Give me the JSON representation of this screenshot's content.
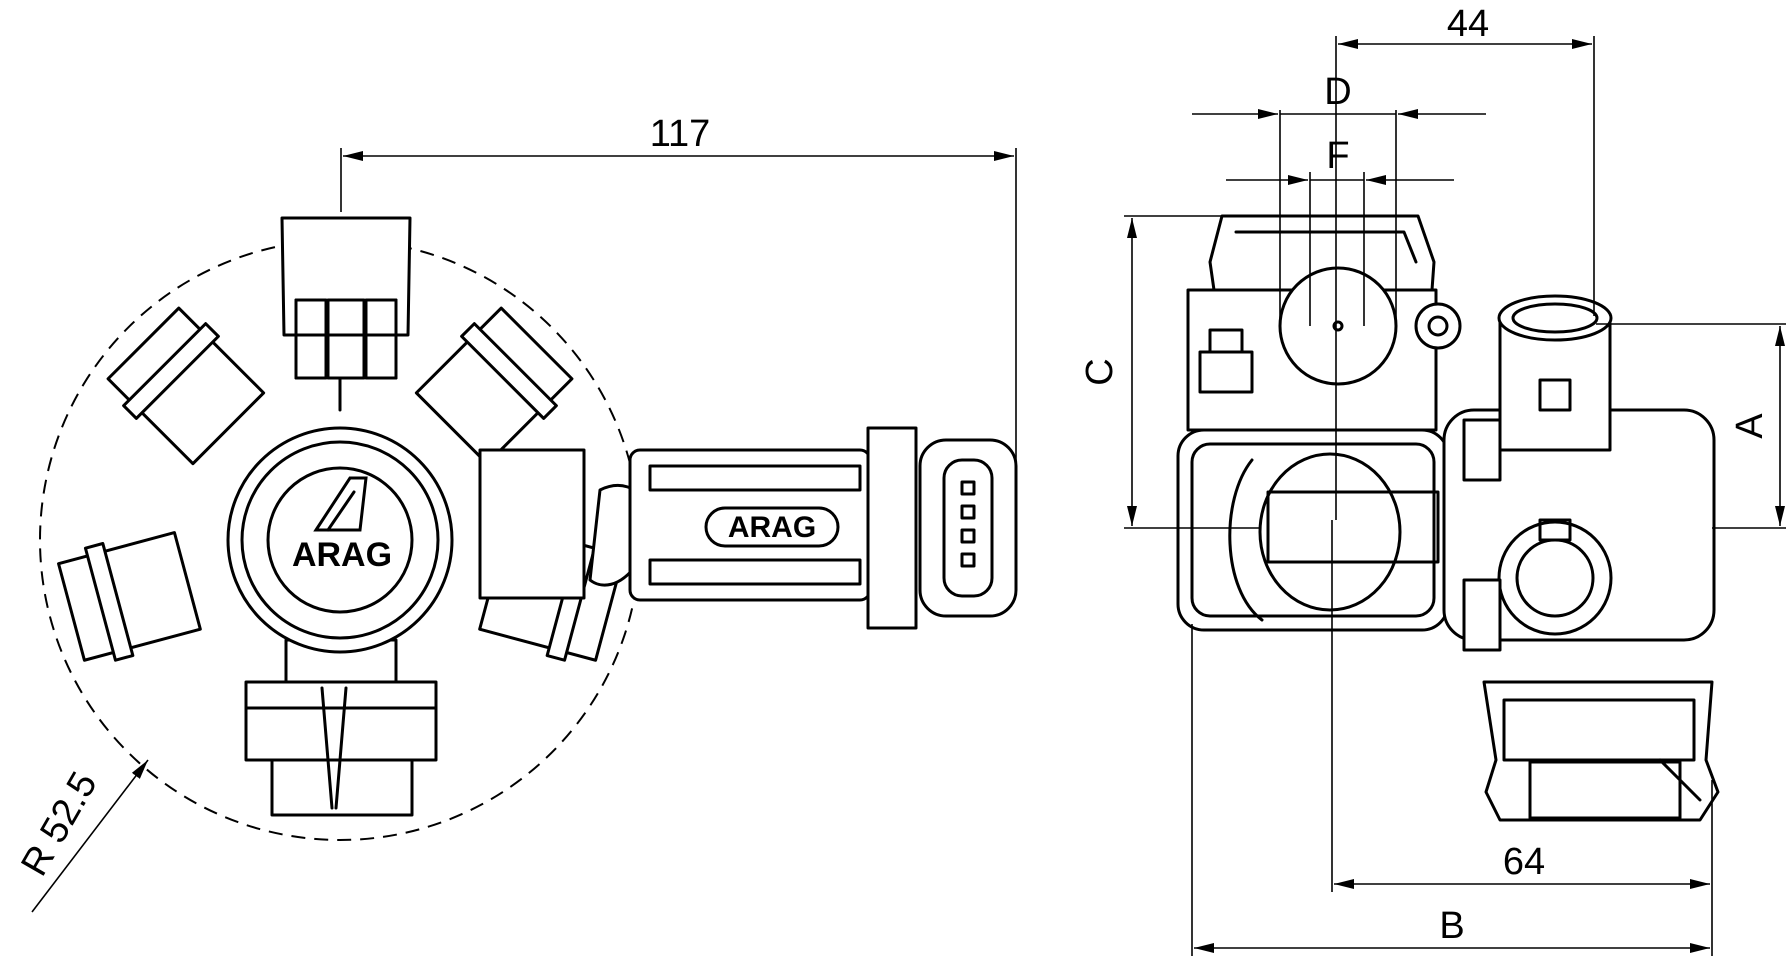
{
  "brand": {
    "logo_text": "ARAG",
    "color_line": "#000000",
    "color_background": "#ffffff"
  },
  "dimensions": {
    "overall_length": "117",
    "radius": "R 52.5",
    "spacing_top": "44",
    "bore_d": "D",
    "bore_f": "F",
    "height_c": "C",
    "height_a": "A",
    "width_64": "64",
    "width_b": "B"
  }
}
